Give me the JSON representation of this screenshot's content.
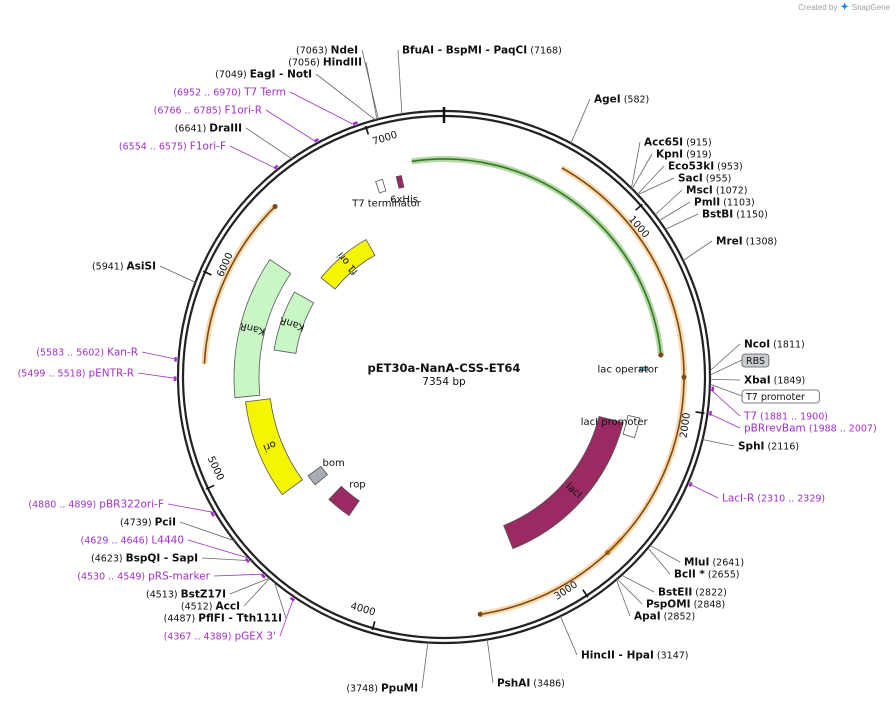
{
  "header": {
    "created_by": "Created by",
    "brand": "SnapGene"
  },
  "plasmid": {
    "name": "pET30a-NanA-CSS-ET64",
    "length": 7354,
    "length_label": "7354 bp"
  },
  "ticks": [
    {
      "pos": 1000,
      "label": "1000"
    },
    {
      "pos": 2000,
      "label": "2000"
    },
    {
      "pos": 3000,
      "label": "3000"
    },
    {
      "pos": 4000,
      "label": "4000"
    },
    {
      "pos": 5000,
      "label": "5000"
    },
    {
      "pos": 6000,
      "label": "6000"
    },
    {
      "pos": 7000,
      "label": "7000"
    }
  ],
  "enzymes": [
    {
      "name": "NdeI",
      "pos": 7063,
      "pos_label": "(7063)"
    },
    {
      "name": "HindIII",
      "pos": 7056,
      "pos_label": "(7056)"
    },
    {
      "name": "EagI  -  NotI",
      "pos": 7049,
      "pos_label": "(7049)"
    },
    {
      "name": "DraIII",
      "pos": 6641,
      "pos_label": "(6641)"
    },
    {
      "name": "AsiSI",
      "pos": 5941,
      "pos_label": "(5941)"
    },
    {
      "name": "BfuAI  -  BspMI  -  PaqCI",
      "pos": 7168,
      "pos_label": "(7168)"
    },
    {
      "name": "AgeI",
      "pos": 582,
      "pos_label": "(582)"
    },
    {
      "name": "Acc65I",
      "pos": 915,
      "pos_label": "(915)"
    },
    {
      "name": "KpnI",
      "pos": 919,
      "pos_label": "(919)"
    },
    {
      "name": "Eco53kI",
      "pos": 953,
      "pos_label": "(953)"
    },
    {
      "name": "SacI",
      "pos": 955,
      "pos_label": "(955)"
    },
    {
      "name": "MscI",
      "pos": 1072,
      "pos_label": "(1072)"
    },
    {
      "name": "PmlI",
      "pos": 1103,
      "pos_label": "(1103)"
    },
    {
      "name": "BstBI",
      "pos": 1150,
      "pos_label": "(1150)"
    },
    {
      "name": "MreI",
      "pos": 1308,
      "pos_label": "(1308)"
    },
    {
      "name": "NcoI",
      "pos": 1811,
      "pos_label": "(1811)"
    },
    {
      "name": "XbaI",
      "pos": 1849,
      "pos_label": "(1849)"
    },
    {
      "name": "SphI",
      "pos": 2116,
      "pos_label": "(2116)"
    },
    {
      "name": "MluI",
      "pos": 2641,
      "pos_label": "(2641)"
    },
    {
      "name": "BclI *",
      "pos": 2655,
      "pos_label": "(2655)"
    },
    {
      "name": "BstEII",
      "pos": 2822,
      "pos_label": "(2822)"
    },
    {
      "name": "PspOMI",
      "pos": 2848,
      "pos_label": "(2848)"
    },
    {
      "name": "ApaI",
      "pos": 2852,
      "pos_label": "(2852)"
    },
    {
      "name": "HincII  -  HpaI",
      "pos": 3147,
      "pos_label": "(3147)"
    },
    {
      "name": "PshAI",
      "pos": 3486,
      "pos_label": "(3486)"
    },
    {
      "name": "PpuMI",
      "pos": 3748,
      "pos_label": "(3748)"
    },
    {
      "name": "PflFI  -  Tth111I",
      "pos": 4487,
      "pos_label": "(4487)"
    },
    {
      "name": "AccI",
      "pos": 4512,
      "pos_label": "(4512)"
    },
    {
      "name": "BstZ17I",
      "pos": 4513,
      "pos_label": "(4513)"
    },
    {
      "name": "BspQI  -  SapI",
      "pos": 4623,
      "pos_label": "(4623)"
    },
    {
      "name": "PciI",
      "pos": 4739,
      "pos_label": "(4739)"
    }
  ],
  "primers": [
    {
      "name": "T7 Term",
      "range": "(6952 .. 6970)",
      "mid": 6961
    },
    {
      "name": "F1ori-R",
      "range": "(6766 .. 6785)",
      "mid": 6775
    },
    {
      "name": "F1ori-F",
      "range": "(6554 .. 6575)",
      "mid": 6564
    },
    {
      "name": "Kan-R",
      "range": "(5583 .. 5602)",
      "mid": 5592
    },
    {
      "name": "pENTR-R",
      "range": "(5499 .. 5518)",
      "mid": 5508
    },
    {
      "name": "T7",
      "range": "(1881 .. 1900)",
      "mid": 1890
    },
    {
      "name": "pBRrevBam",
      "range": "(1988 .. 2007)",
      "mid": 1997
    },
    {
      "name": "LacI-R",
      "range": "(2310 .. 2329)",
      "mid": 2319
    },
    {
      "name": "pBR322ori-F",
      "range": "(4880 .. 4899)",
      "mid": 4889
    },
    {
      "name": "L4440",
      "range": "(4629 .. 4646)",
      "mid": 4637
    },
    {
      "name": "pRS-marker",
      "range": "(4530 .. 4549)",
      "mid": 4539
    },
    {
      "name": "pGEX 3'",
      "range": "(4367 .. 4389)",
      "mid": 4378
    }
  ],
  "boxed_features": [
    {
      "name": "RBS"
    },
    {
      "name": "T7 promoter"
    }
  ],
  "features": [
    {
      "name": "f1 ori",
      "start": 6310,
      "end": 6750,
      "color": "#f5f500"
    },
    {
      "name": "KanR",
      "start": 5400,
      "end": 6210,
      "color": "#c8f7c5"
    },
    {
      "name": "KanR",
      "start": 5700,
      "end": 6120,
      "color": "#c8f7c5"
    },
    {
      "name": "ori",
      "start": 4780,
      "end": 5370,
      "color": "#f5f500"
    },
    {
      "name": "lacI",
      "start": 2130,
      "end": 3230,
      "color": "#9b2a63"
    },
    {
      "name": "rop",
      "start": 4380,
      "end": 4560,
      "color": "#9b2a63"
    },
    {
      "name": "bom",
      "start": 4700,
      "end": 4780,
      "color": "#a8adb3"
    },
    {
      "name": "lacI promoter",
      "start": 2080,
      "end": 2200,
      "color": "#ffffff"
    },
    {
      "name": "lac operator",
      "start": 1780,
      "end": 1800,
      "color": "#5bbbd1"
    },
    {
      "name": "T7 terminator",
      "start": 6960,
      "end": 7000,
      "color": "#ffffff"
    },
    {
      "name": "6xHis",
      "start": 7080,
      "end": 7110,
      "color": "#9b2a63"
    }
  ],
  "orfs": [
    {
      "start": 600,
      "end": 1840,
      "color": "#f3a94a"
    },
    {
      "start": 1850,
      "end": 2800,
      "color": "#f3a94a"
    },
    {
      "start": 2700,
      "end": 3500,
      "color": "#f3a94a"
    },
    {
      "start": 5580,
      "end": 6440,
      "color": "#f3a94a"
    },
    {
      "start": 7180,
      "end": 1720,
      "color": "#5aa43a"
    }
  ]
}
